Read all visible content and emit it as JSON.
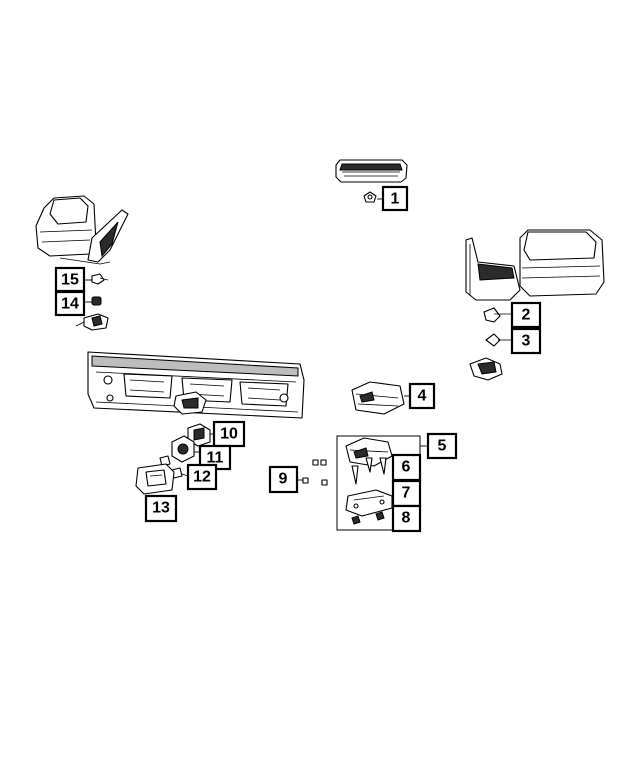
{
  "diagram": {
    "callouts": {
      "c1": "1",
      "c2": "2",
      "c3": "3",
      "c4": "4",
      "c5": "5",
      "c6": "6",
      "c7": "7",
      "c8": "8",
      "c9": "9",
      "c10": "10",
      "c11": "11",
      "c12": "12",
      "c13": "13",
      "c14": "14",
      "c15": "15"
    },
    "colors": {
      "line": "#000000",
      "background": "#ffffff"
    }
  }
}
